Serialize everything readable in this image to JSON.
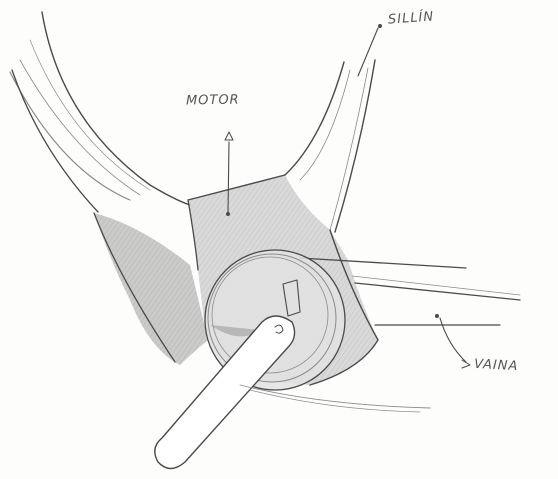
{
  "labels": {
    "motor": "MOTOR",
    "sillin": "SILLÍN",
    "vaina": "VAINA"
  },
  "palette": {
    "pencil": "#4a4a4a",
    "shade_dark": "#9c9c9c",
    "shade_mid": "#c4c4c4",
    "shade_light": "#dcdcdc",
    "paper": "#fdfdfc"
  }
}
